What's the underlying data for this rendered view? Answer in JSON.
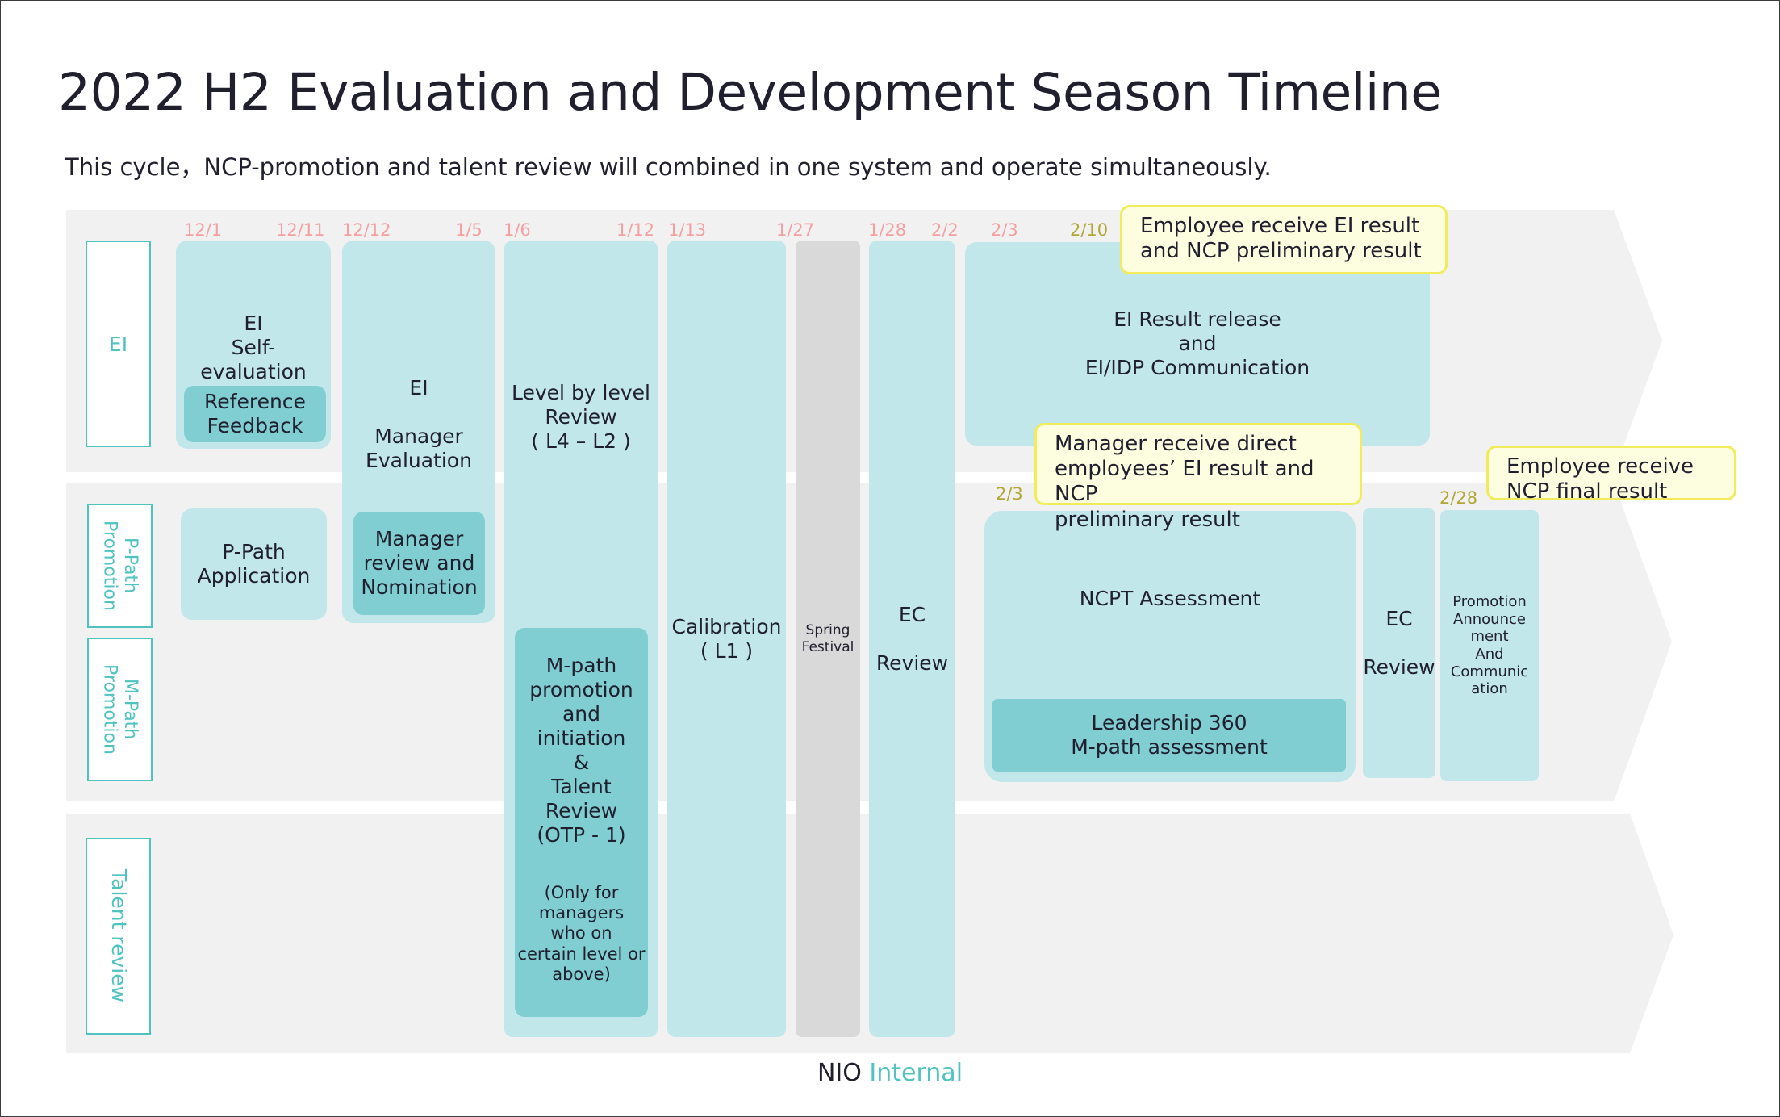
{
  "title": "2022 H2 Evaluation and Development Season Timeline",
  "subtitle": "This cycle，NCP-promotion and talent review will combined in one system and operate simultaneously.",
  "colors": {
    "accent": "#4fc3bf",
    "box_light": "#c2e7ea",
    "box_dark": "#80cdd2",
    "lane": "#f1f1f1",
    "date_pink": "#f4a0a0",
    "date_olive": "#b3a733",
    "callout_fill": "#fdfde0",
    "callout_border": "#f2ec5c"
  },
  "lanes": {
    "ei": "EI",
    "ppath": "P-Path\nPromotion",
    "mpath": "M-Path\nPromotion",
    "talent": "Talent review"
  },
  "dates": {
    "d1": "12/1",
    "d2": "12/11",
    "d3": "12/12",
    "d4": "1/5",
    "d5": "1/6",
    "d6": "1/12",
    "d7": "1/13",
    "d8": "1/27",
    "d9": "1/28",
    "d10": "2/2",
    "d11": "2/3",
    "d12": "2/10",
    "d13": "2/3",
    "d14": "2/28"
  },
  "boxes": {
    "ei_self": "EI\nSelf-\nevaluation",
    "ref_feedback": "Reference\nFeedback",
    "ei_manager": "EI\n\nManager\nEvaluation",
    "manager_review": "Manager\nreview and\nNomination",
    "ppath_app": "P-Path\nApplication",
    "level_review": "Level by level\nReview\n( L4 – L2 )",
    "mpath": "M-path\npromotion\nand\ninitiation\n&\nTalent\nReview\n(OTP - 1)",
    "mpath_note": "(Only for\nmanagers\nwho on\ncertain level or\nabove)",
    "calibration": "Calibration\n( L1 )",
    "spring": "Spring\nFestival",
    "ec1": "EC\n\nReview",
    "ei_result": "EI Result release\nand\nEI/IDP Communication",
    "ncpt": "NCPT Assessment",
    "leadership": "Leadership 360\nM-path assessment",
    "ec2": "EC\n\nReview",
    "promotion": "Promotion\nAnnounce\nment\nAnd\nCommunic\nation"
  },
  "callouts": {
    "c1": "Employee receive EI result\nand NCP preliminary result",
    "c2": "Manager receive direct\nemployees’ EI result and NCP\npreliminary result",
    "c3": "Employee receive\nNCP final result"
  },
  "footer": {
    "brand": "NIO",
    "label": "Internal"
  }
}
